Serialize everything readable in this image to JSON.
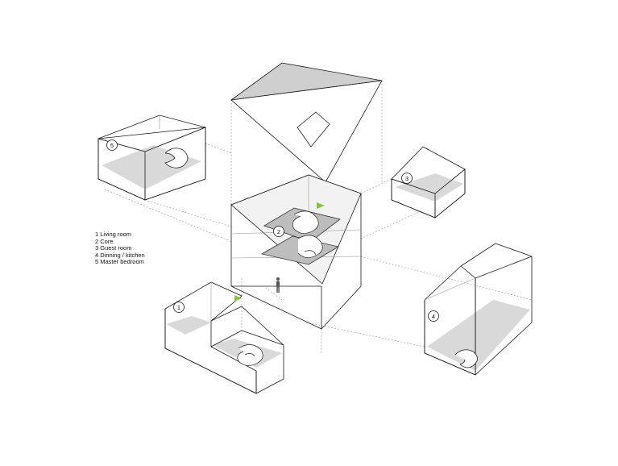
{
  "legend": {
    "items": [
      "1 Living room",
      "2 Core",
      "3 Guest room",
      "4 Dinning / kitchen",
      "5 Master bedroom"
    ]
  },
  "volume_tags": [
    "1",
    "2",
    "3",
    "4",
    "5"
  ],
  "colors": {
    "line": "#1a1a1a",
    "floor_fill": "#d9d9d9",
    "roof_fill": "#cfcfcf",
    "accent_green": "#86c440",
    "guide_dots": "#888888"
  }
}
